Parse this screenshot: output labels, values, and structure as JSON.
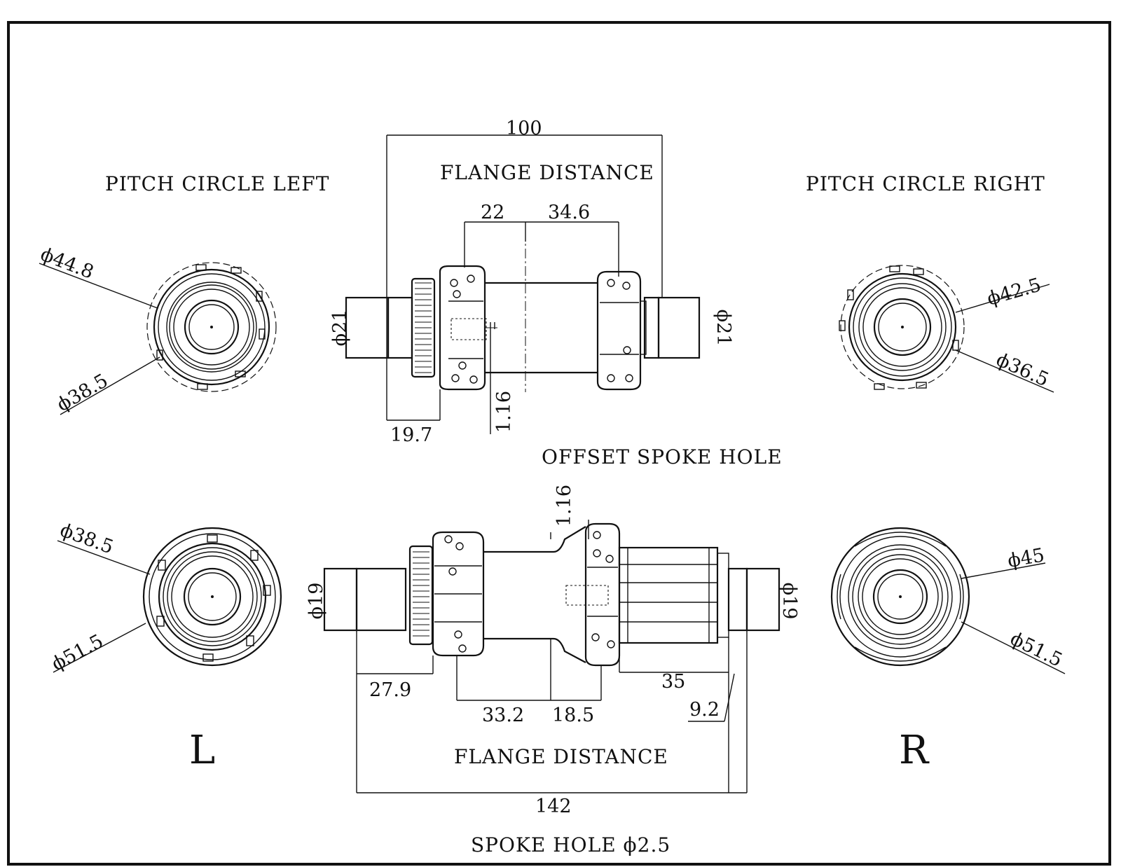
{
  "titles": {
    "pitch_left": "PITCH CIRCLE LEFT",
    "flange_top": "FLANGE DISTANCE",
    "pitch_right": "PITCH CIRCLE RIGHT",
    "offset": "OFFSET SPOKE HOLE",
    "flange_bottom": "FLANGE DISTANCE",
    "spoke_hole": "SPOKE HOLE ϕ2.5"
  },
  "side_labels": {
    "left": "L",
    "right": "R"
  },
  "front_hub": {
    "overall": "100",
    "flange_left": "22",
    "flange_right": "34.6",
    "axle_left": "ϕ21",
    "axle_right": "ϕ21",
    "disc_offset": "19.7",
    "spoke_offset": "1.16"
  },
  "front_pitch_left": {
    "outer": "ϕ44.8",
    "inner": "ϕ38.5"
  },
  "front_pitch_right": {
    "outer": "ϕ42.5",
    "inner": "ϕ36.5"
  },
  "rear_hub": {
    "spoke_offset": "1.16",
    "axle_left": "ϕ19",
    "axle_right": "ϕ19",
    "disc_offset": "27.9",
    "flange_left": "33.2",
    "flange_right": "18.5",
    "freehub": "35",
    "end_cap": "9.2",
    "overall": "142"
  },
  "rear_pitch_left": {
    "top": "ϕ38.5",
    "bottom": "ϕ51.5"
  },
  "rear_pitch_right": {
    "top": "ϕ45",
    "bottom": "ϕ51.5"
  }
}
